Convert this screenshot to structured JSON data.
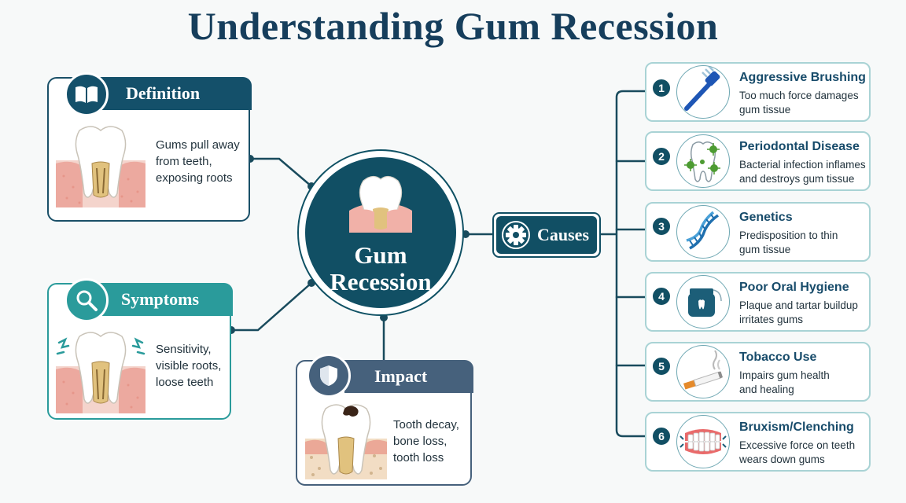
{
  "title": "Understanding Gum Recession",
  "center": {
    "line1": "Gum",
    "line2": "Recession"
  },
  "definition": {
    "heading": "Definition",
    "icon": "book-icon",
    "lines": [
      "Gums pull away",
      "from teeth,",
      "exposing roots"
    ]
  },
  "symptoms": {
    "heading": "Symptoms",
    "icon": "magnifier-icon",
    "lines": [
      "Sensitivity,",
      "visible roots,",
      "loose teeth"
    ]
  },
  "impact": {
    "heading": "Impact",
    "icon": "shield-icon",
    "lines": [
      "Tooth decay,",
      "bone loss,",
      "tooth loss"
    ]
  },
  "causes": {
    "heading": "Causes",
    "icon": "gear-icon",
    "items": [
      {
        "number": "1",
        "title": "Aggressive Brushing",
        "desc": [
          "Too much force damages",
          "gum tissue"
        ],
        "icon": "toothbrush-icon"
      },
      {
        "number": "2",
        "title": "Periodontal Disease",
        "desc": [
          "Bacterial infection inflames",
          "and destroys gum tissue"
        ],
        "icon": "infected-tooth-icon"
      },
      {
        "number": "3",
        "title": "Genetics",
        "desc": [
          "Predisposition to thin",
          "gum tissue"
        ],
        "icon": "dna-icon"
      },
      {
        "number": "4",
        "title": "Poor Oral Hygiene",
        "desc": [
          "Plaque and tartar buildup",
          "irritates gums"
        ],
        "icon": "floss-icon"
      },
      {
        "number": "5",
        "title": "Tobacco Use",
        "desc": [
          "Impairs gum health",
          "and healing"
        ],
        "icon": "cigarette-icon"
      },
      {
        "number": "6",
        "title": "Bruxism/Clenching",
        "desc": [
          "Excessive force on teeth",
          "wears down gums"
        ],
        "icon": "clenched-teeth-icon"
      }
    ]
  },
  "colors": {
    "navy": "#114f64",
    "teal": "#2a9b9b",
    "slate": "#46617c",
    "title": "#163e5c"
  }
}
